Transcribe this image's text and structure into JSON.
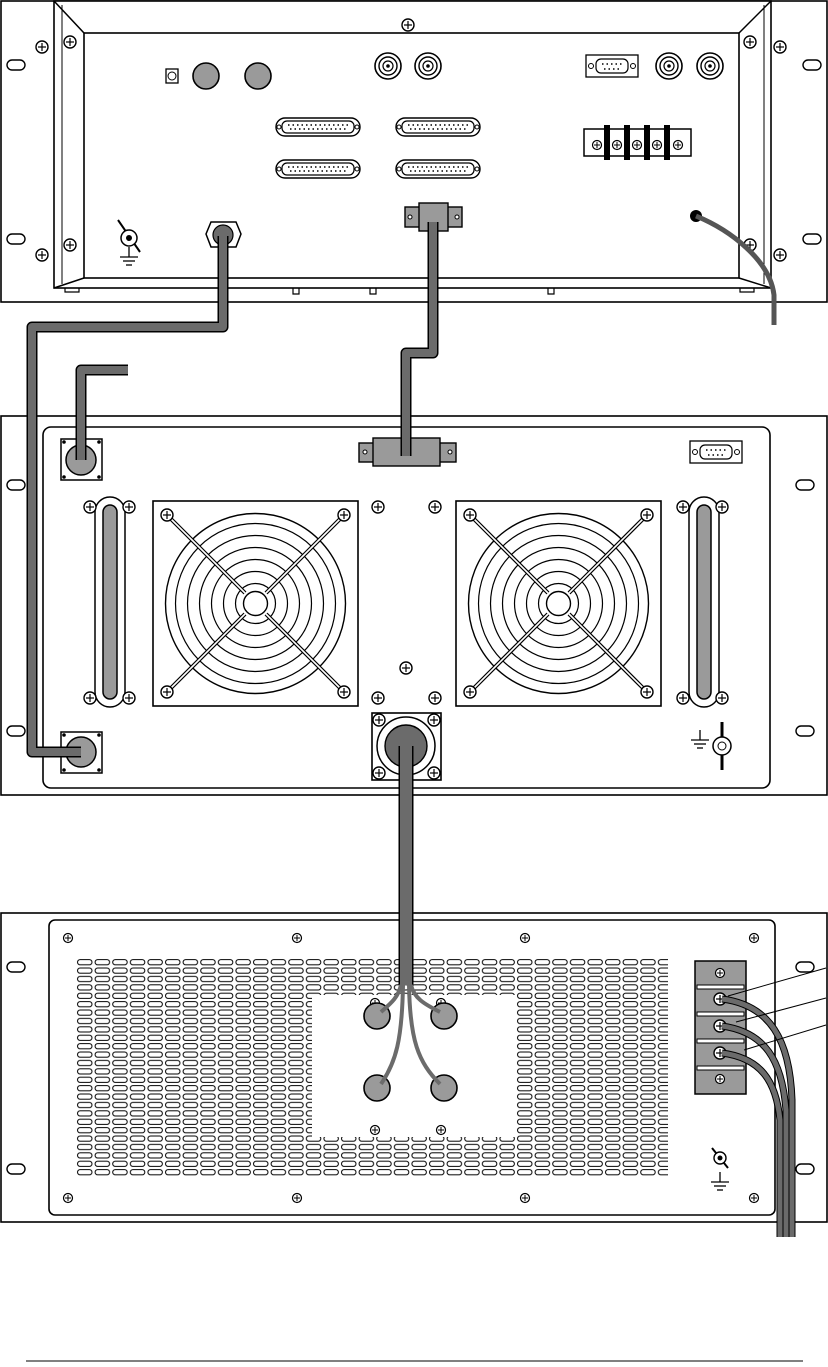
{
  "diagram": {
    "kind": "rack equipment rear-panel cabling diagram",
    "colors": {
      "cable": "#6b6b6b",
      "connector_fill": "#9a9a9a",
      "panel_stroke": "#000000",
      "background": "#ffffff"
    },
    "units": [
      {
        "name": "top-unit",
        "connectors": [
          "bnc-connector",
          "db9-connector",
          "db25-connector",
          "terminal-block",
          "ground-stud",
          "panel-feedthrough"
        ]
      },
      {
        "name": "middle-unit",
        "connectors": [
          "circular-connector",
          "cooling-fan",
          "handle",
          "db9-connector",
          "ground-stud"
        ]
      },
      {
        "name": "bottom-unit",
        "connectors": [
          "vent-grille",
          "terminal-block",
          "ground-stud",
          "feedthrough-insulator"
        ]
      }
    ],
    "icons": [
      "ground-symbol-icon",
      "screw-icon",
      "fan-icon",
      "handle-icon"
    ]
  }
}
